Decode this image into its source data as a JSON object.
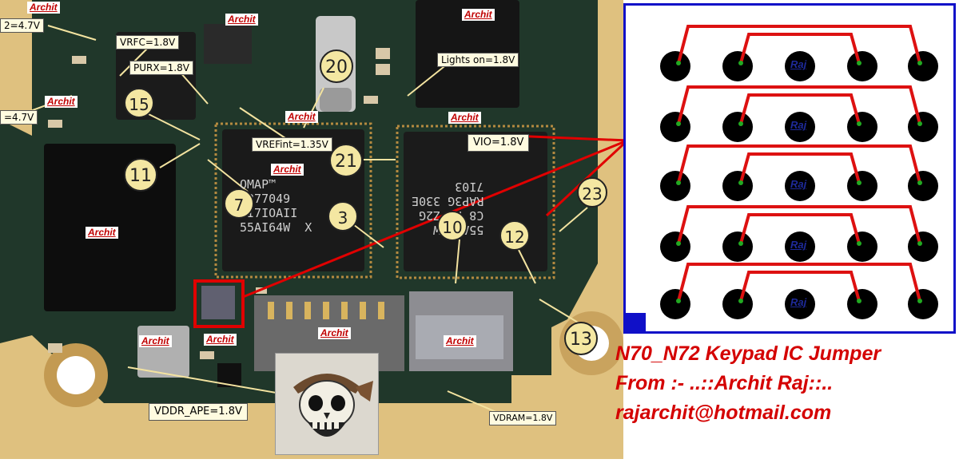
{
  "voltage_labels": {
    "vrfc": "VRFC=1.8V",
    "purx": "PURX=1.8V",
    "lights": "Lights on=1.8V",
    "vrefint": "VREFint=1.35V",
    "vio": "VIO=1.8V",
    "vddr": "VDDR_APE=1.8V",
    "vdram": "VDRAM=1.8V",
    "left_top": "2=4.7V",
    "left_mid": "=4.7V"
  },
  "watermark": "Archit",
  "points": [
    "20",
    "15",
    "11",
    "7",
    "21",
    "3",
    "10",
    "12",
    "13",
    "23"
  ],
  "chips": {
    "omap": "OMAP™\n4377049\nPI7IOAII\n55AI64W  X",
    "keypad": "55ADR5W\nC8 PA Z2G\nRAP3G 330E\n7I03"
  },
  "diagram": {
    "pad_label": "Raj",
    "rows": 5,
    "line_color": "#dd1111",
    "dot_color": "#22aa22",
    "border_color": "#1010c8"
  },
  "titles": {
    "line1": "N70_N72 Keypad IC Jumper",
    "line2": "From :- ..::Archit Raj::..",
    "line3": "rajarchit@hotmail.com"
  }
}
